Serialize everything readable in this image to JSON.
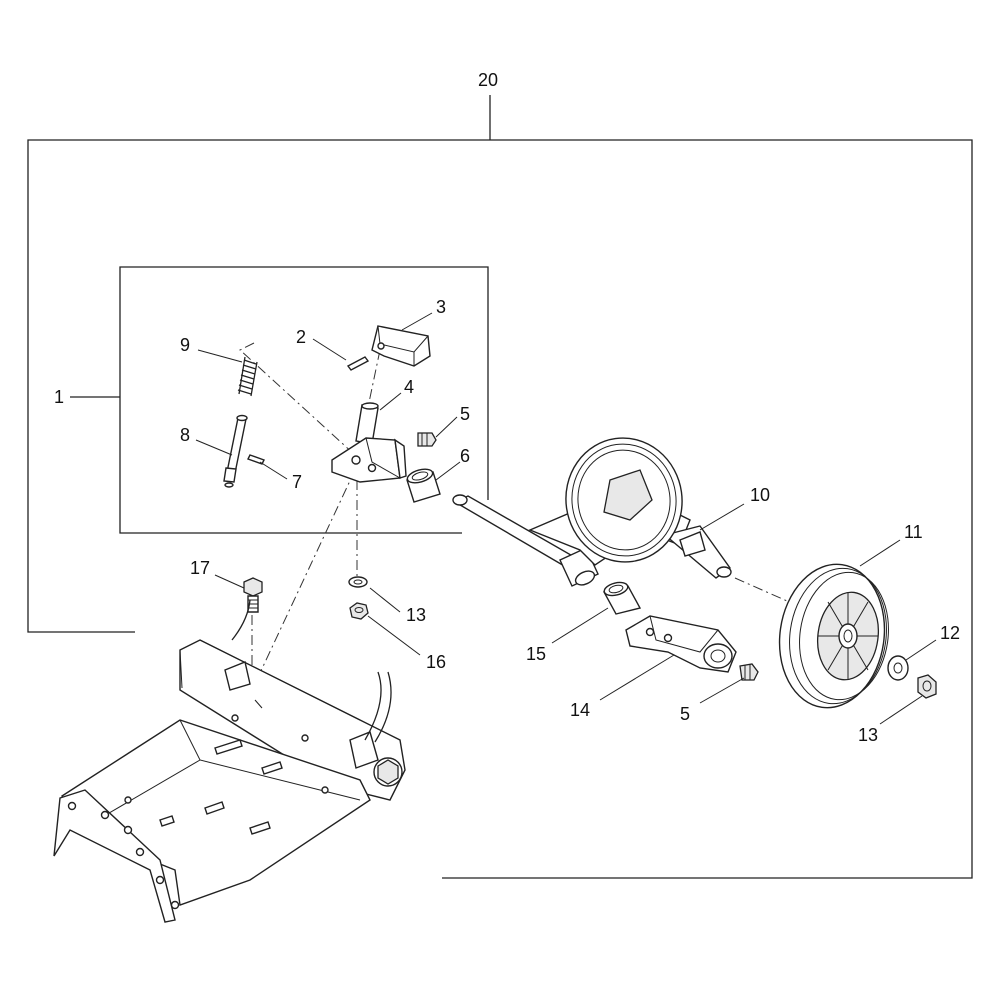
{
  "callouts": {
    "c20": "20",
    "c1": "1",
    "c2": "2",
    "c3": "3",
    "c4": "4",
    "c5a": "5",
    "c6": "6",
    "c7": "7",
    "c8": "8",
    "c9": "9",
    "c10": "10",
    "c11": "11",
    "c12": "12",
    "c13a": "13",
    "c13b": "13",
    "c14": "14",
    "c15": "15",
    "c16": "16",
    "c17": "17",
    "c5b": "5"
  }
}
